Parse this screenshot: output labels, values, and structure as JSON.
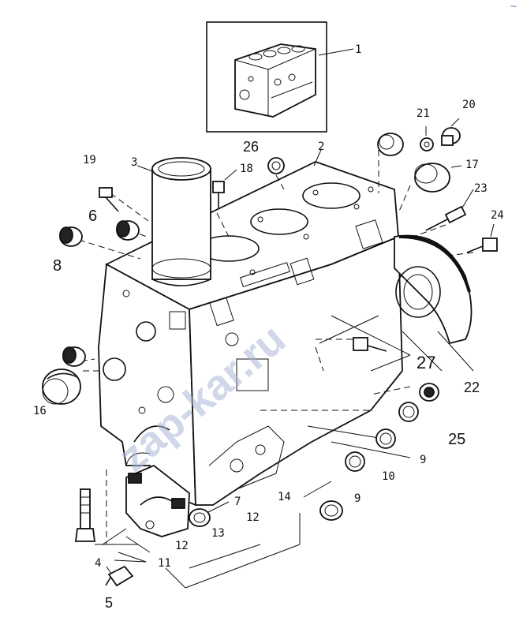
{
  "callouts": {
    "c1": "1",
    "c2": "2",
    "c3": "3",
    "c4": "4",
    "c5": "5",
    "c6": "6",
    "c7": "7",
    "c8": "8",
    "c9a": "9",
    "c9b": "9",
    "c10": "10",
    "c11": "11",
    "c12a": "12",
    "c12b": "12",
    "c13": "13",
    "c14": "14",
    "c16": "16",
    "c17": "17",
    "c18": "18",
    "c19": "19",
    "c20": "20",
    "c21": "21",
    "c22": "22",
    "c23": "23",
    "c24": "24",
    "c25": "25",
    "c26": "26",
    "c27": "27"
  },
  "watermark": "zap-kar.ru",
  "icons": {
    "corner_mark": "tilde-mark"
  }
}
